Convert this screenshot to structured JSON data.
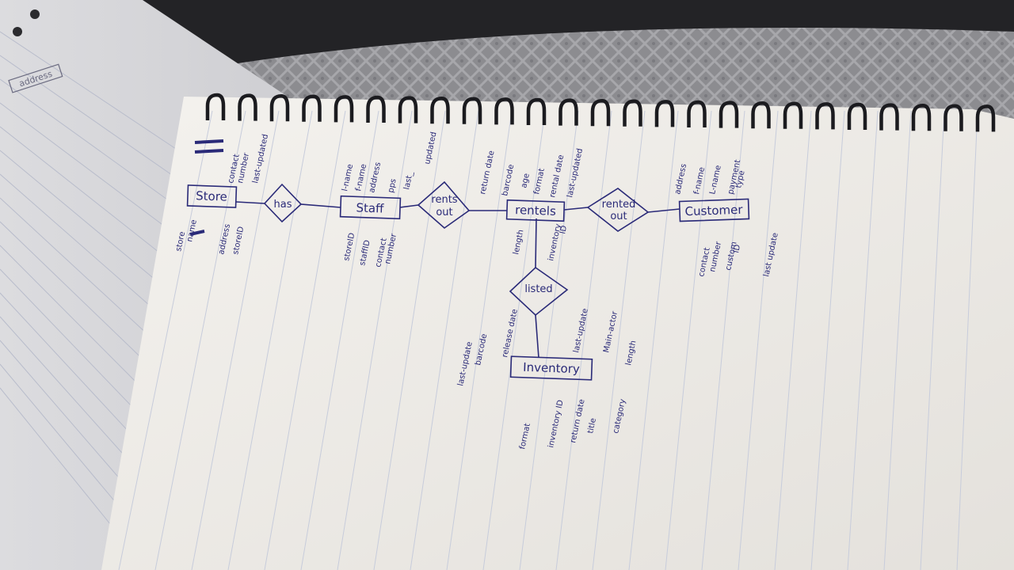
{
  "back_page": {
    "label": "address"
  },
  "entities": {
    "store": "Store",
    "staff": "Staff",
    "rentals": "rentels",
    "customer": "Customer",
    "inventory": "Inventory"
  },
  "relationships": {
    "has": "has",
    "rents_out": [
      "rents",
      "out"
    ],
    "rented_out": [
      "rented",
      "out"
    ],
    "listed": "listed"
  },
  "attributes": {
    "store_top": [
      "contact",
      "number",
      "last-updated"
    ],
    "store_bottom": [
      "store",
      "name",
      "address",
      "storeID"
    ],
    "staff_top": [
      "l-name",
      "f-name",
      "address",
      "pps",
      "last_",
      "updated"
    ],
    "staff_bottom": [
      "storeID",
      "staffID",
      "contact",
      "number"
    ],
    "rentals_top": [
      "return date",
      "barcode",
      "age",
      "format",
      "rental date",
      "last-updated"
    ],
    "rentals_bottom": [
      "length",
      "inventory",
      "ID"
    ],
    "customer_top": [
      "address",
      "f-name",
      "L-name",
      "payment",
      "type"
    ],
    "customer_bottom": [
      "contact",
      "number",
      "custom",
      "ID",
      "last update"
    ],
    "inventory_top": [
      "last-update",
      "barcode",
      "release date",
      "last-update",
      "Main-actor",
      "length"
    ],
    "inventory_bottom": [
      "format",
      "inventory ID",
      "return date",
      "title",
      "category"
    ]
  },
  "colors": {
    "ink": "#2a2a78",
    "paper": "#f1efea",
    "rule_line": "#c7ccdb",
    "binding": "#1b1b1f",
    "fabric": "#8c8c90"
  }
}
